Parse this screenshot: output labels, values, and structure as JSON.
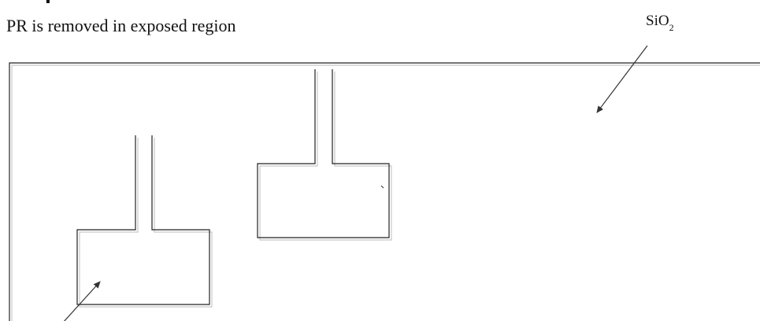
{
  "caption": "PR is removed in exposed region",
  "material_label": {
    "base": "SiO",
    "subscript": "2"
  },
  "colors": {
    "outline": "#222222",
    "shadow": "#c8c8c8",
    "arrow": "#333333"
  }
}
